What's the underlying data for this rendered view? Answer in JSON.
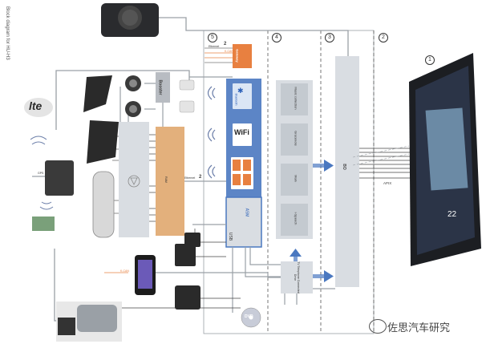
{
  "page_title": "Block diagram for HU-H3",
  "zones": [
    "1",
    "2",
    "3",
    "4",
    "5"
  ],
  "bo_label": "BO",
  "apix_label": "APIX",
  "ethernet_labels": [
    "Ethernet",
    "Ethernet"
  ],
  "can_label": "K-CAN",
  "ethernet_count": "2",
  "gateway_label": "Gateway",
  "booster_label": "Booster",
  "ram_label": "RAM",
  "usb_label": "USB",
  "asm_label": "ASM",
  "lte_label": "lte",
  "gps_label": "GPS",
  "wifi_label": "WiFi",
  "bluetooth_label": "Bluetooth",
  "can_phone_label": "K-CAN",
  "processing_blocks": [
    "Music collection",
    "Gracenote",
    "Main",
    "i-Speech"
  ],
  "tv_label": "TV Telephone Connected Drive",
  "dvd_label": "DVD",
  "display_time": "22",
  "watermark_text": "佐思汽车研究",
  "colors": {
    "accent_blue": "#4a78c0",
    "ram_orange": "#e3b07c",
    "gateway_orange": "#e88040",
    "zone_gray": "#d9dde2",
    "line_gray": "#9aa0a6"
  }
}
